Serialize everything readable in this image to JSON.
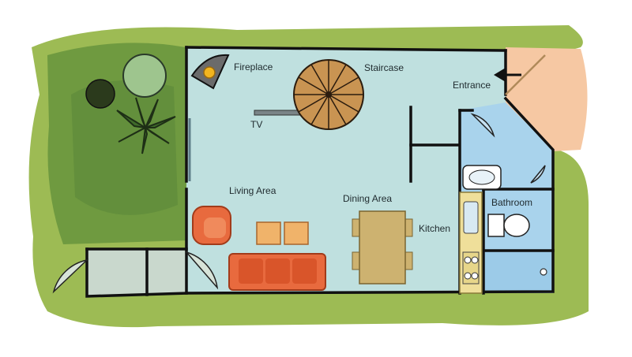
{
  "rooms": {
    "fireplace": "Fireplace",
    "staircase": "Staircase",
    "entrance": "Entrance",
    "tv": "TV",
    "living_area": "Living Area",
    "dining_area": "Dining Area",
    "kitchen": "Kitchen",
    "bathroom": "Bathroom"
  },
  "colors": {
    "interior": "#bfe0df",
    "wet_area": "#a9d3ec",
    "lawn": "#8fb04a",
    "garden_dark": "#5e8a3a",
    "entrance_floor": "#f6c8a3",
    "sofa": "#e86a3e",
    "table": "#cdb270",
    "stair_wood": "#b07a3a",
    "wall": "#111111"
  }
}
